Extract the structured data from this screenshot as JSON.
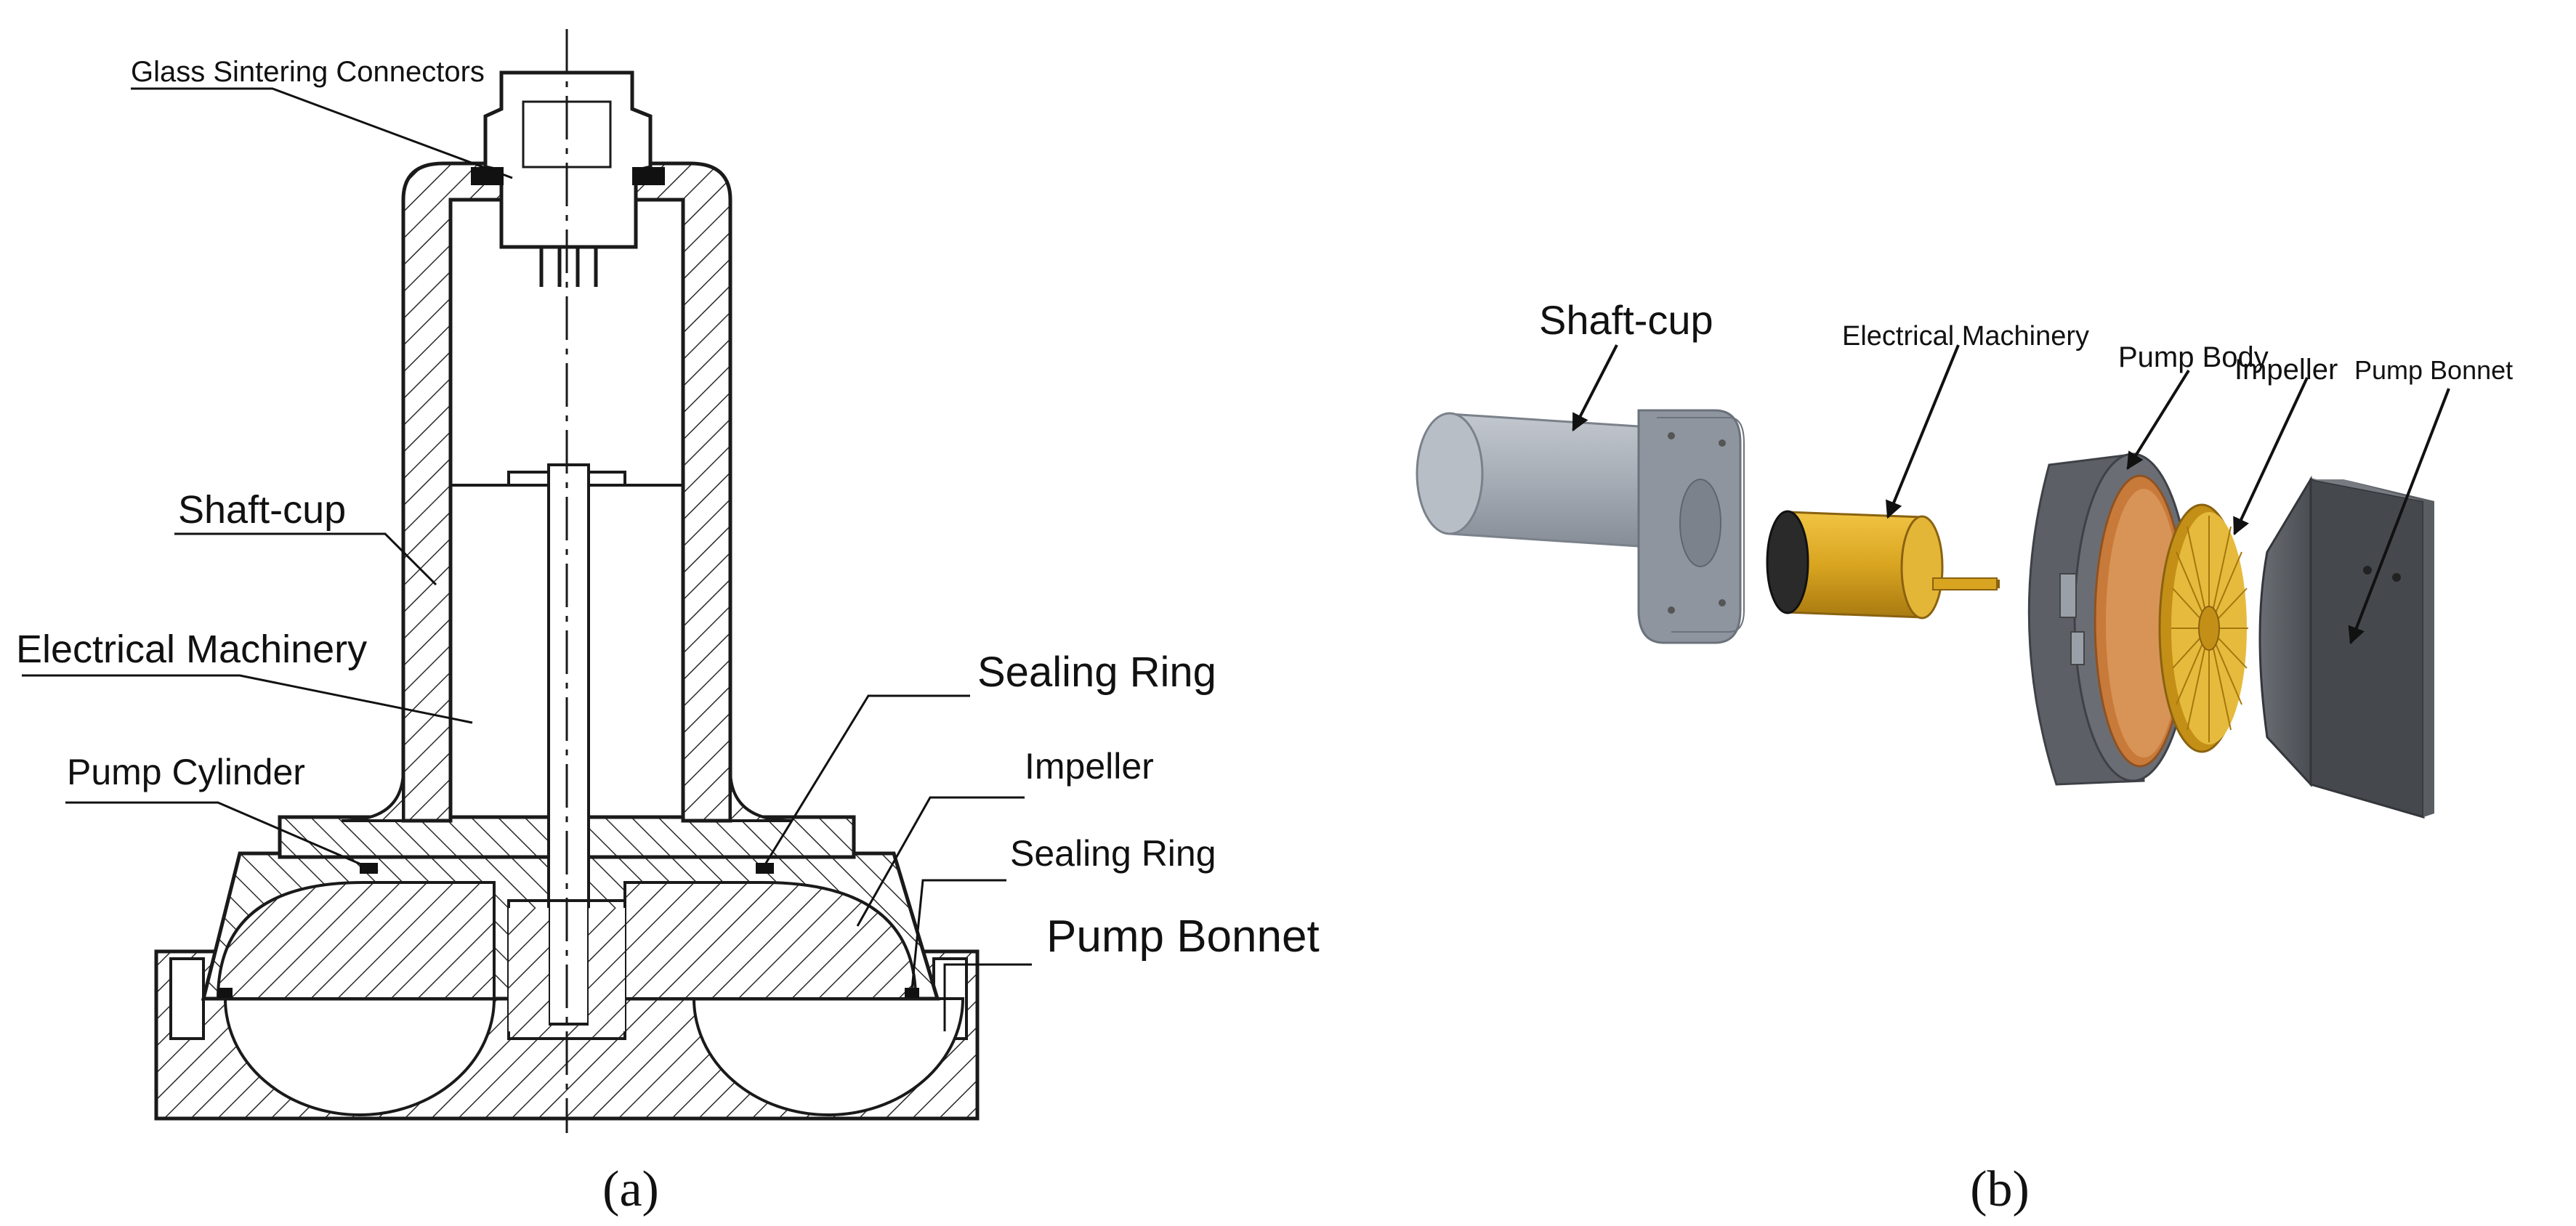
{
  "panel_a": {
    "labels": {
      "glass_sintering_connectors": "Glass Sintering Connectors",
      "shaft_cup": "Shaft-cup",
      "electrical_machinery": "Electrical Machinery",
      "pump_cylinder": "Pump Cylinder",
      "sealing_ring_top": "Sealing Ring",
      "impeller": "Impeller",
      "sealing_ring_bottom": "Sealing Ring",
      "pump_bonnet": "Pump Bonnet"
    },
    "caption": "(a)"
  },
  "panel_b": {
    "labels": {
      "shaft_cup": "Shaft-cup",
      "electrical_machinery": "Electrical Machinery",
      "pump_body": "Pump Body",
      "impeller": "Impeller",
      "pump_bonnet": "Pump Bonnet"
    },
    "caption": "(b)"
  },
  "colors": {
    "line": "#1a1a1a",
    "hatch": "#2a2a2a",
    "shaft_cup_gray": "#a9afb8",
    "motor_gold": "#d9a521",
    "pump_body_dark": "#5c6066",
    "copper": "#c87a3a",
    "bonnet_dark": "#55595e"
  }
}
